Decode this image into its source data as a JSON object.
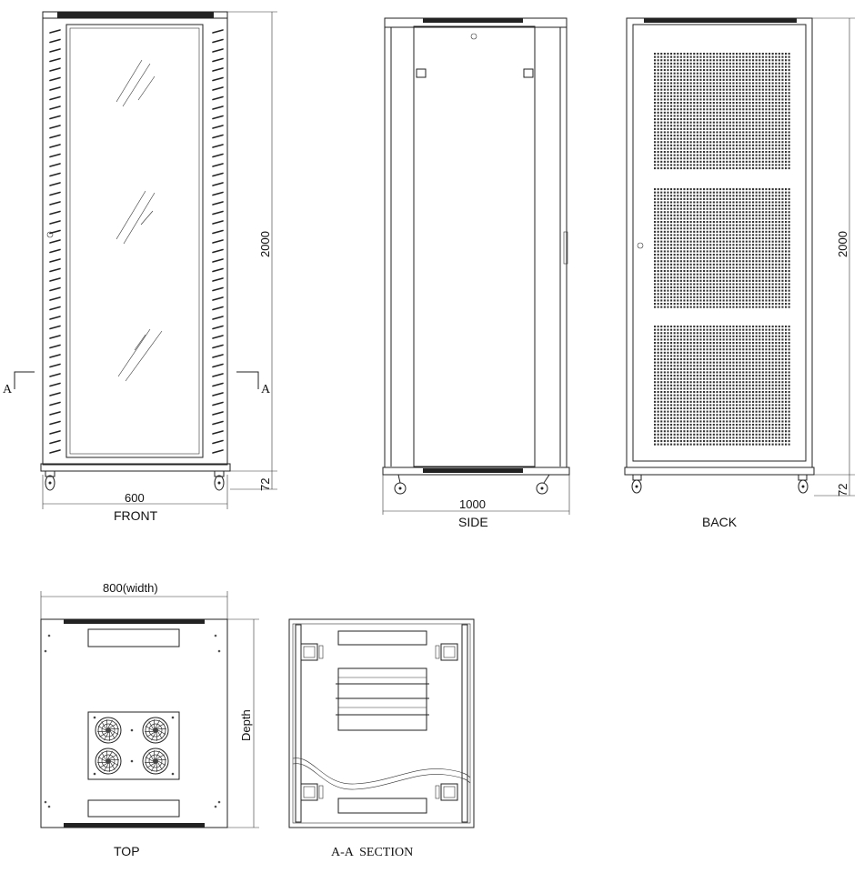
{
  "views": {
    "front": {
      "label": "FRONT",
      "width_dim": "600",
      "height_dim": "2000",
      "base_dim": "72",
      "section_mark": "A"
    },
    "side": {
      "label": "SIDE",
      "depth_dim": "1000"
    },
    "back": {
      "label": "BACK",
      "height_dim": "2000",
      "base_dim": "72"
    },
    "top": {
      "label": "TOP",
      "width_dim": "800(width)",
      "depth_dim": "Depth"
    },
    "section": {
      "label": "A-A  SECTION"
    }
  }
}
